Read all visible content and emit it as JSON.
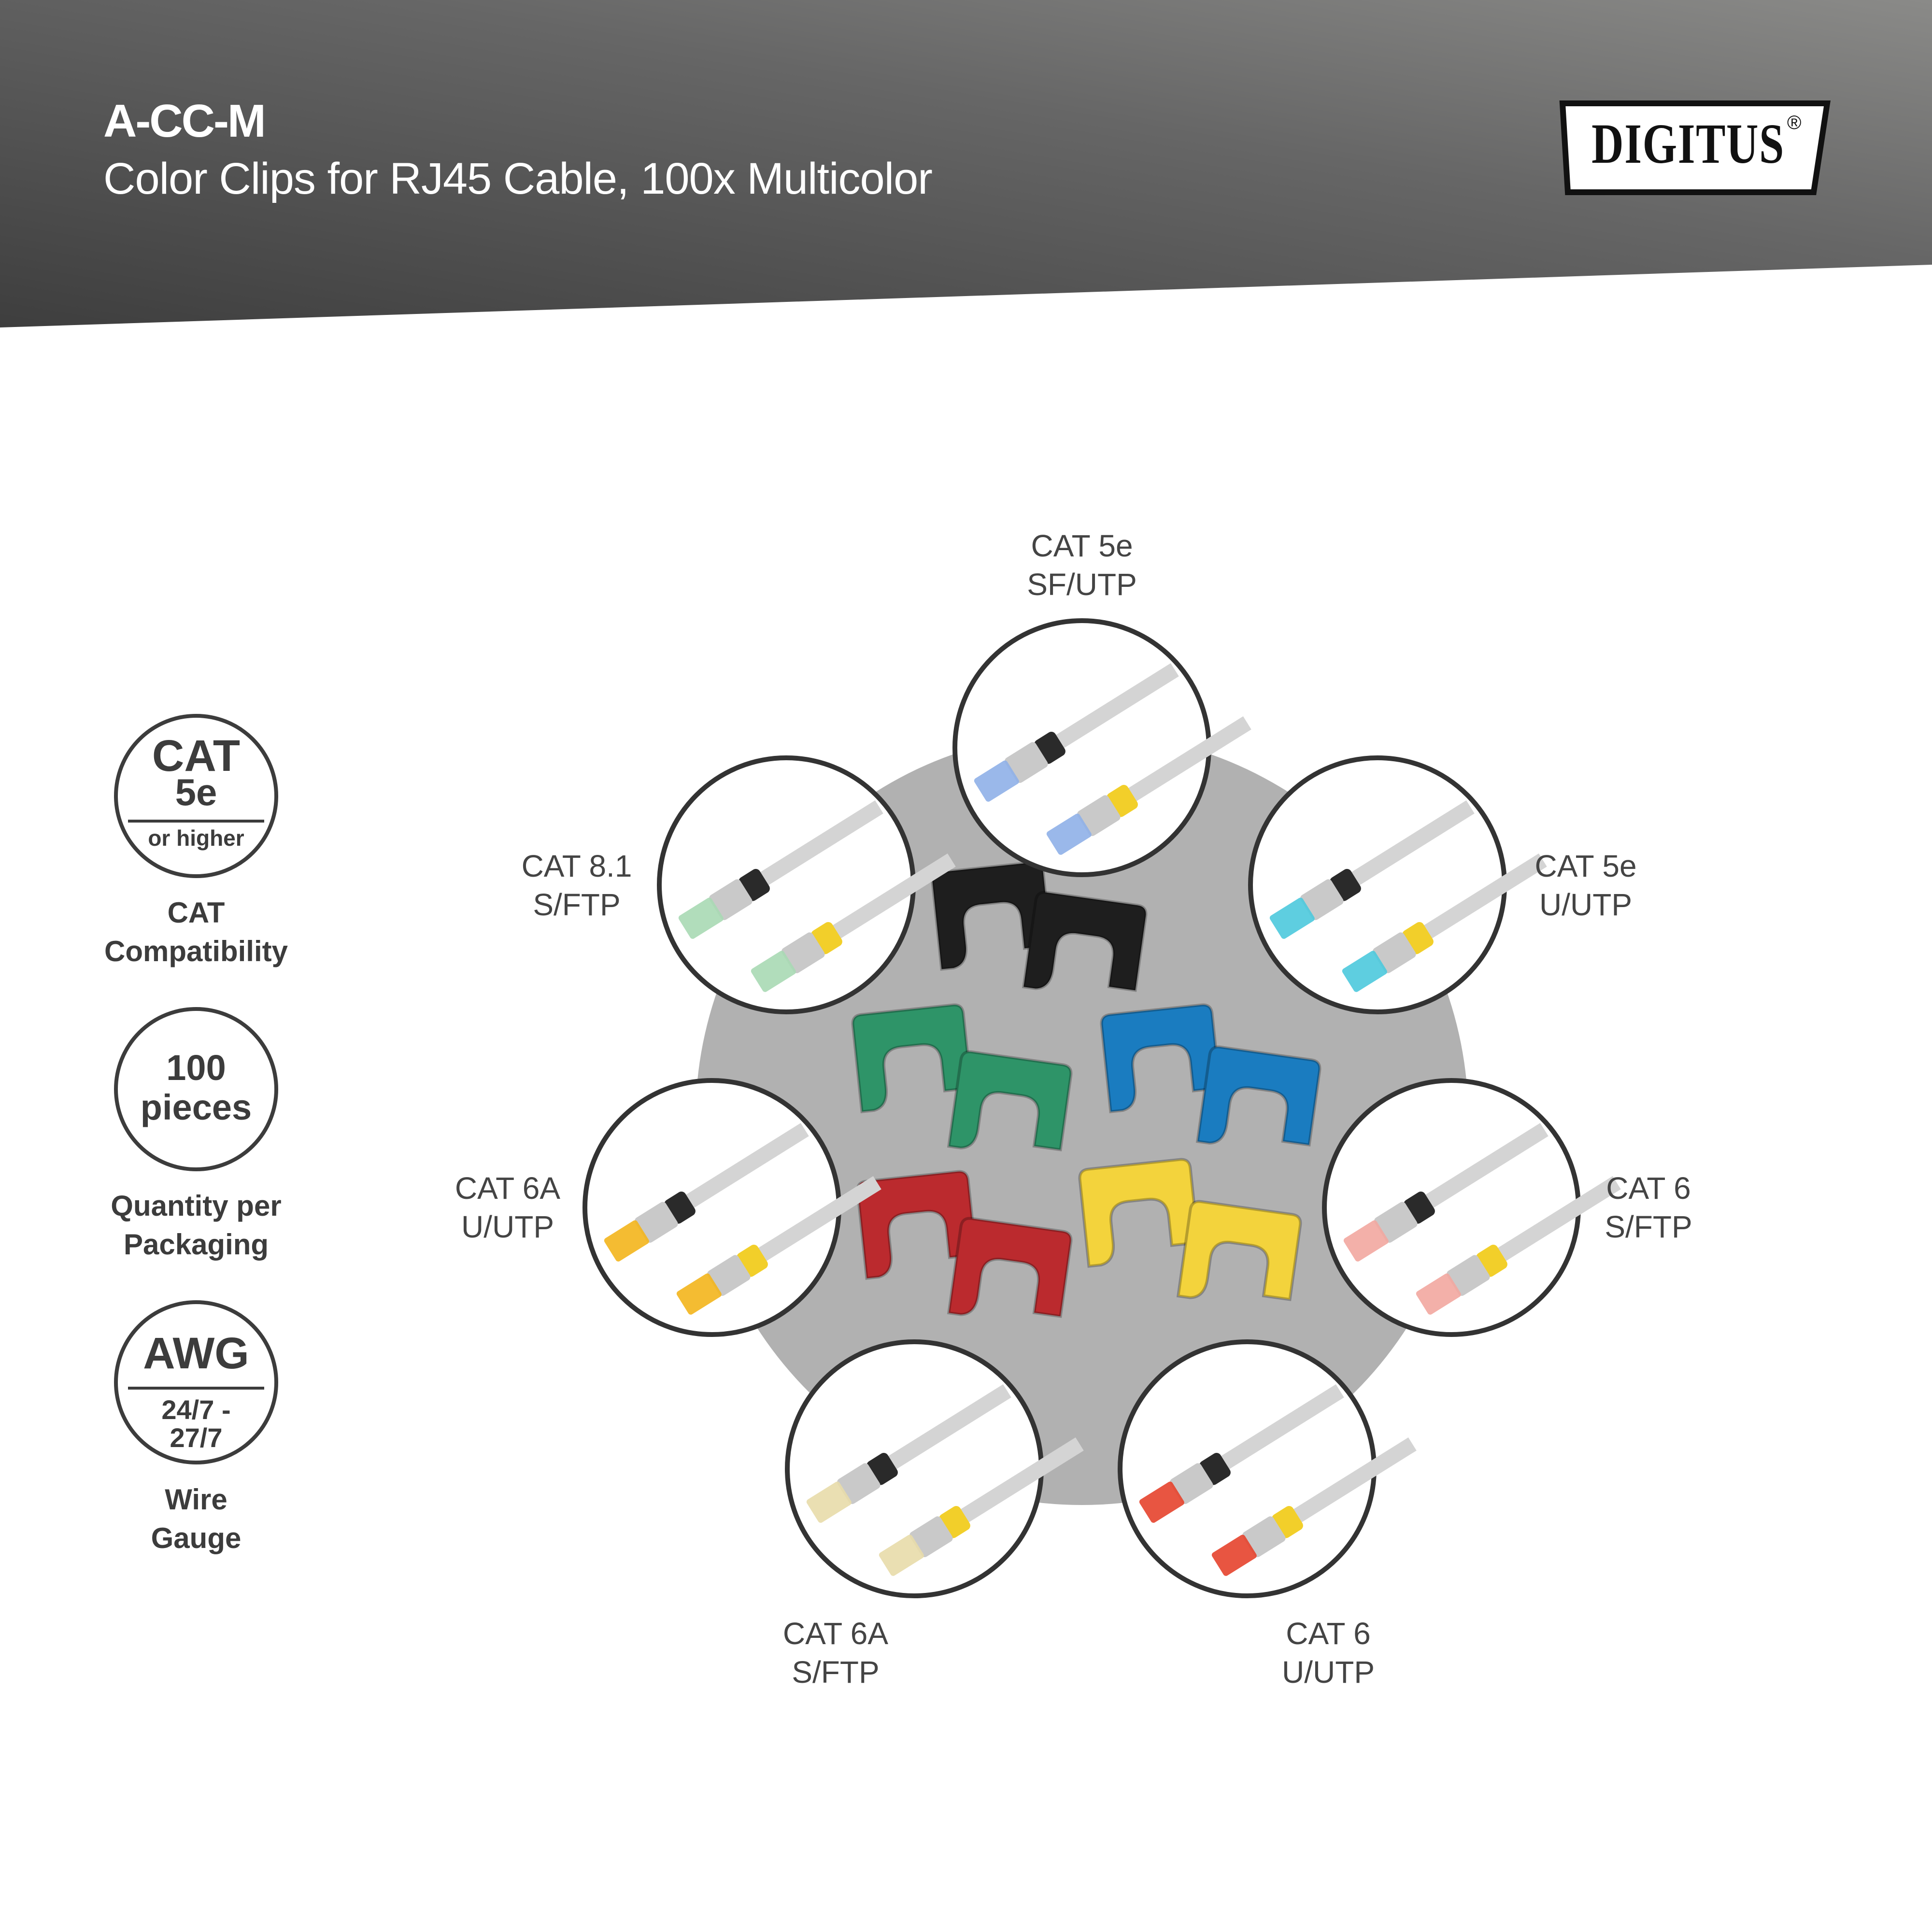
{
  "header": {
    "product_code": "A-CC-M",
    "subtitle": "Color Clips for RJ45 Cable, 100x Multicolor",
    "brand": "DIGITUS",
    "brand_mark": "®"
  },
  "badges": [
    {
      "main": "CAT",
      "sub": "5e",
      "bottom": "or higher",
      "caption_1": "CAT",
      "caption_2": "Compatibility"
    },
    {
      "main": "100",
      "sub": "pieces",
      "caption_1": "Quantity per",
      "caption_2": "Packaging"
    },
    {
      "main": "AWG",
      "bottom_1": "24/7 -",
      "bottom_2": "27/7",
      "caption_1": "Wire",
      "caption_2": "Gauge"
    }
  ],
  "cables": [
    {
      "cat": "CAT 5e",
      "type": "SF/UTP",
      "connector_color": "#8fb0e8"
    },
    {
      "cat": "CAT 8.1",
      "type": "S/FTP",
      "connector_color": "#a9d9b4"
    },
    {
      "cat": "CAT 5e",
      "type": "U/UTP",
      "connector_color": "#4cc9dd"
    },
    {
      "cat": "CAT 6A",
      "type": "U/UTP",
      "connector_color": "#f3b51c"
    },
    {
      "cat": "CAT 6",
      "type": "S/FTP",
      "connector_color": "#f2a7a0"
    },
    {
      "cat": "CAT 6A",
      "type": "S/FTP",
      "connector_color": "#e8dcaa"
    },
    {
      "cat": "CAT 6",
      "type": "U/UTP",
      "connector_color": "#e5432c"
    }
  ],
  "clips": [
    {
      "name": "black",
      "color": "#1e1e1e"
    },
    {
      "name": "green",
      "color": "#2e9468"
    },
    {
      "name": "blue",
      "color": "#1a7cc0"
    },
    {
      "name": "red",
      "color": "#bb2a2e"
    },
    {
      "name": "yellow",
      "color": "#f3d33c"
    }
  ]
}
